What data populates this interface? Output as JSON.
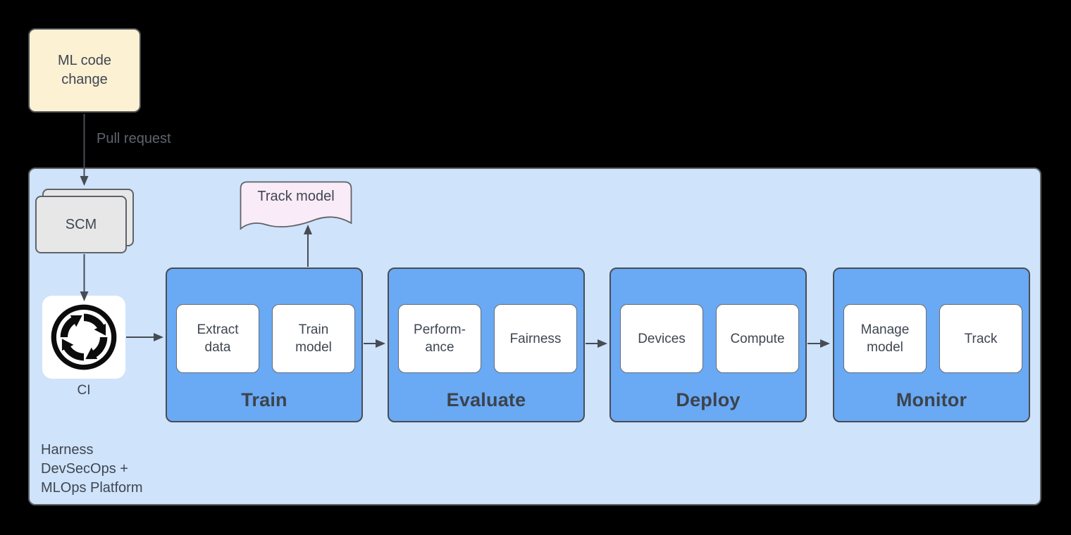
{
  "diagram": {
    "source_node": {
      "label": "ML code change"
    },
    "edge_labels": {
      "pull_request": "Pull request"
    },
    "scm": {
      "label": "SCM"
    },
    "ci": {
      "label": "CI",
      "icon": "cycle-arrows-icon"
    },
    "track_model": {
      "label": "Track model"
    },
    "platform": {
      "label_lines": [
        "Harness",
        "DevSecOps +",
        "MLOps Platform"
      ]
    },
    "stages": [
      {
        "name": "Train",
        "items": [
          "Extract data",
          "Train model"
        ]
      },
      {
        "name": "Evaluate",
        "items": [
          "Perform-ance",
          "Fairness"
        ]
      },
      {
        "name": "Deploy",
        "items": [
          "Devices",
          "Compute"
        ]
      },
      {
        "name": "Monitor",
        "items": [
          "Manage model",
          "Track"
        ]
      }
    ],
    "flow": [
      "ML code change",
      "SCM",
      "CI",
      "Train",
      "Evaluate",
      "Deploy",
      "Monitor"
    ]
  },
  "colors": {
    "canvas-bg": "#000000",
    "platform-bg": "#cfe3fb",
    "stage-bg": "#6aa9f4",
    "card-bg": "#ffffff",
    "source-bg": "#fcf1d3",
    "scm-bg": "#e7e7e8",
    "doc-bg": "#faebf9",
    "shape-border": "#5f6368",
    "stage-border": "#484d53",
    "text": "#3f4651",
    "muted-text": "#5d646e",
    "arrow": "#474c54",
    "icon": "#0c0c0c"
  }
}
